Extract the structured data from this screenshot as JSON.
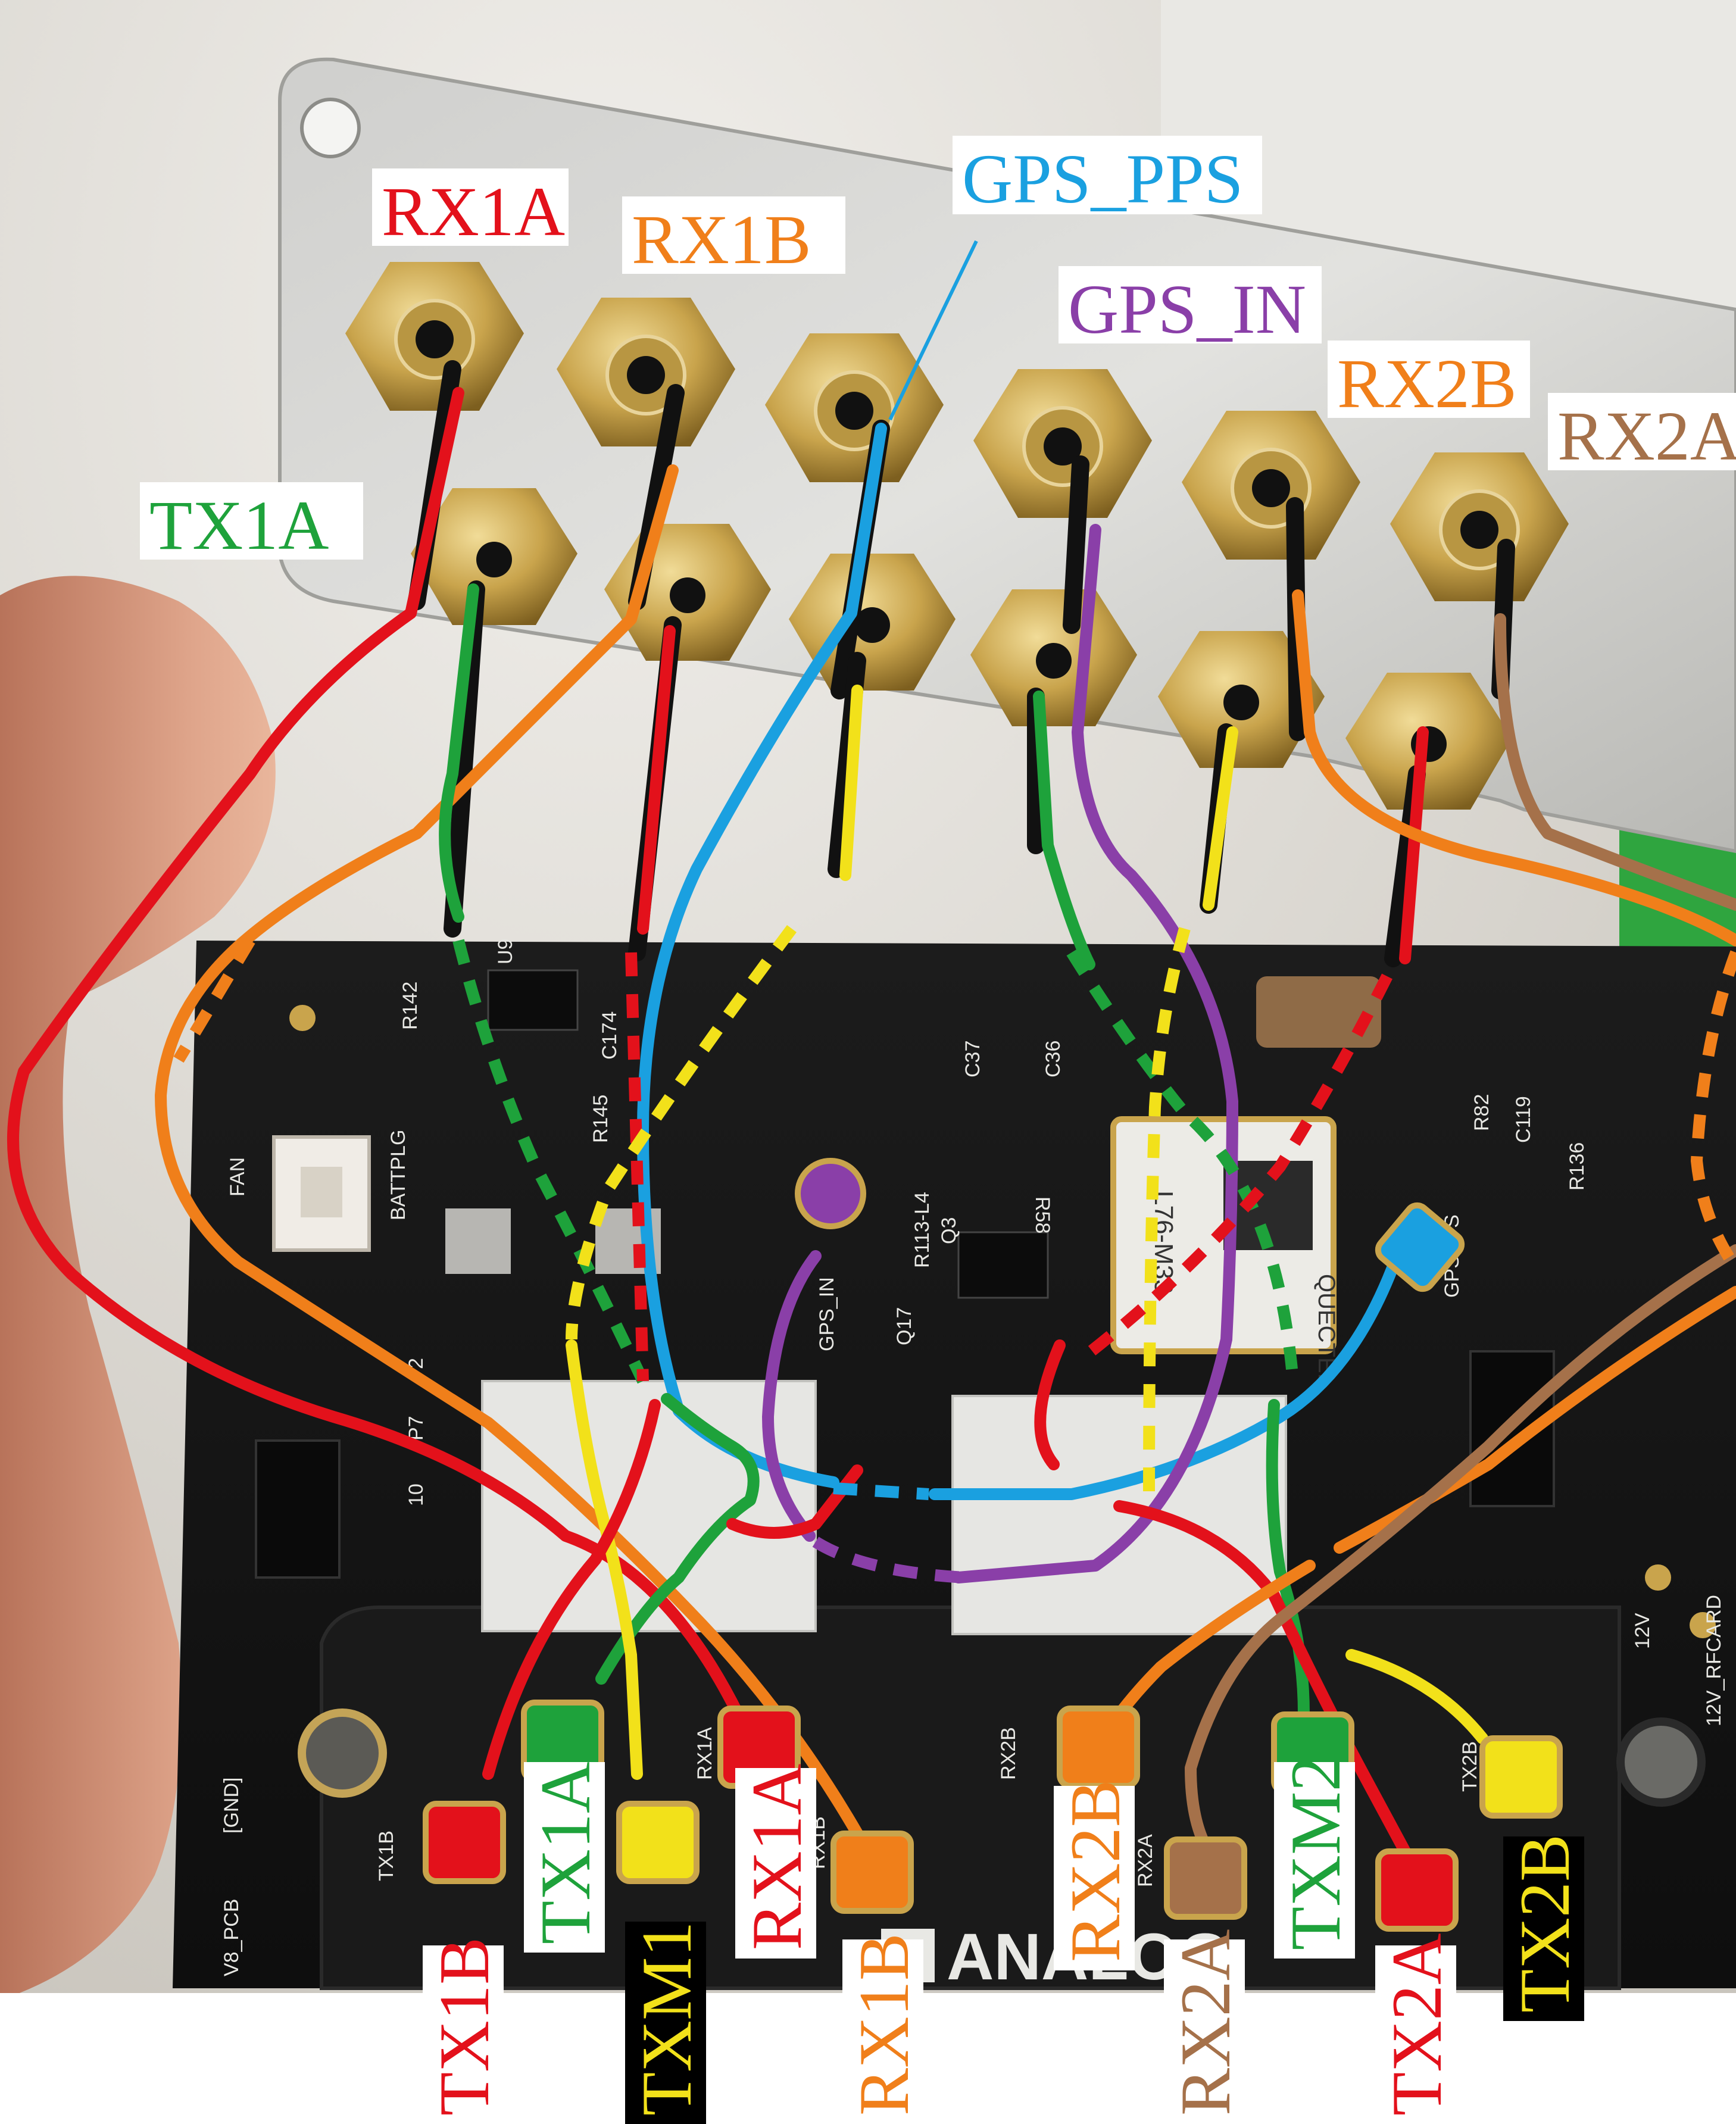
{
  "colors": {
    "red": "#e3111b",
    "orange": "#f07f1a",
    "blue": "#1aa0e0",
    "purple": "#8a3fa8",
    "green": "#1ea23b",
    "yellow": "#f2e11a",
    "brown": "#a5714a",
    "board": "#141414"
  },
  "connector_labels": [
    {
      "id": "rx1a",
      "text": "RX1A",
      "color": "#e3111b"
    },
    {
      "id": "rx1b",
      "text": "RX1B",
      "color": "#f07f1a"
    },
    {
      "id": "gps-pps",
      "text": "GPS_PPS",
      "color": "#1aa0e0"
    },
    {
      "id": "gps-in",
      "text": "GPS_IN",
      "color": "#8a3fa8"
    },
    {
      "id": "rx2b",
      "text": "RX2B",
      "color": "#f07f1a"
    },
    {
      "id": "rx2a",
      "text": "RX2A",
      "color": "#a5714a"
    },
    {
      "id": "tx1a",
      "text": "TX1A",
      "color": "#1ea23b"
    }
  ],
  "board_labels": [
    {
      "id": "tx1b",
      "text": "TX1B",
      "color": "#e3111b",
      "dark": false
    },
    {
      "id": "tx1a",
      "text": "TX1A",
      "color": "#1ea23b",
      "dark": false
    },
    {
      "id": "txm1",
      "text": "TXM1",
      "color": "#f2e11a",
      "dark": true
    },
    {
      "id": "rx1a",
      "text": "RX1A",
      "color": "#e3111b",
      "dark": false
    },
    {
      "id": "rx1b",
      "text": "RX1B",
      "color": "#f07f1a",
      "dark": false
    },
    {
      "id": "rx2b",
      "text": "RX2B",
      "color": "#f07f1a",
      "dark": false
    },
    {
      "id": "rx2a",
      "text": "RX2A",
      "color": "#a5714a",
      "dark": false
    },
    {
      "id": "txm2",
      "text": "TXM2",
      "color": "#1ea23b",
      "dark": false
    },
    {
      "id": "tx2a",
      "text": "TX2A",
      "color": "#e3111b",
      "dark": false
    },
    {
      "id": "tx2b",
      "text": "TX2B",
      "color": "#f2e11a",
      "dark": true
    }
  ],
  "silkscreen": {
    "fan": "FAN",
    "u9": "U9",
    "r142": "R142",
    "c174": "C174",
    "r145": "R145",
    "batt": "BATTPLG",
    "c37": "C37",
    "c36": "C36",
    "r58": "R58",
    "q3": "Q3",
    "r113": "R113-L4",
    "q17": "Q17",
    "gps_in": "GPS_IN",
    "r82": "R82",
    "c119": "C119",
    "r136": "R136",
    "gpspps": "GPSPPS",
    "module": "L76-M33",
    "quectel": "QUECTEL",
    "rfcard": "12V_RFCARD",
    "v12": "12V",
    "j10": "10",
    "j2": "2",
    "jp7": "P7",
    "pcb_gnd": "[GND]",
    "pcb": "V8_PCB",
    "brand": "ANALOG",
    "tx1b_s": "TX1B",
    "rx1a_s": "RX1A",
    "rx1b_s": "RX1B",
    "rx2b_s": "RX2B",
    "tx2b_s": "TX2B",
    "rx2a_s": "RX2A"
  }
}
